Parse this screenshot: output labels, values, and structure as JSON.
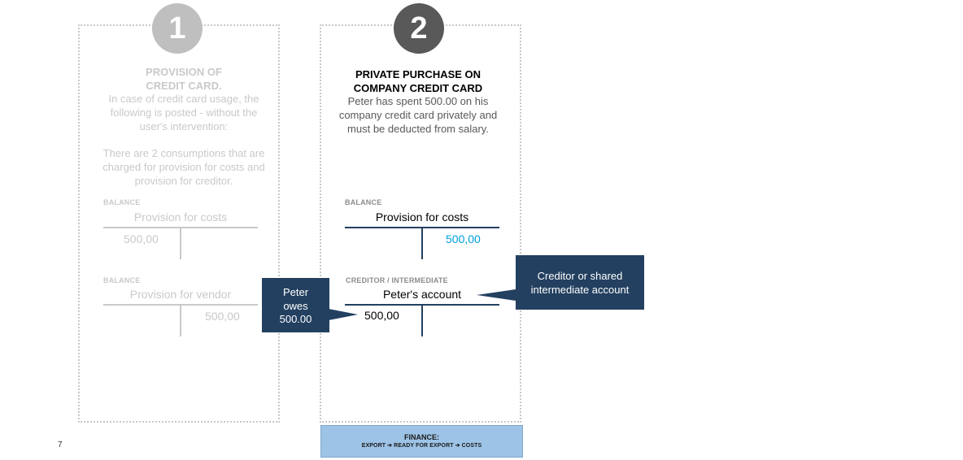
{
  "page_number": "7",
  "steps": [
    {
      "number": "1",
      "title_lines": [
        "PROVISION OF",
        "CREDIT CARD."
      ],
      "description": "In case of credit card usage, the following is posted - without the user's intervention:",
      "description_2": "There are 2 consumptions that are charged for provision for costs and provision for creditor.",
      "accounts": [
        {
          "label": "BALANCE",
          "name": "Provision for costs",
          "debit": "500,00",
          "credit": ""
        },
        {
          "label": "BALANCE",
          "name": "Provision for vendor",
          "debit": "",
          "credit": "500,00"
        }
      ]
    },
    {
      "number": "2",
      "title_lines": [
        "PRIVATE PURCHASE ON",
        "COMPANY CREDIT CARD"
      ],
      "description": "Peter has spent 500.00 on his company credit card privately and must be deducted from salary.",
      "accounts": [
        {
          "label": "BALANCE",
          "name": "Provision for costs",
          "debit": "",
          "credit": "500,00"
        },
        {
          "label": "CREDITOR / INTERMEDIATE",
          "name": "Peter's account",
          "debit": "500,00",
          "credit": ""
        }
      ]
    }
  ],
  "callouts": {
    "peter_owes": "Peter owes 500.00",
    "creditor_account": "Creditor or shared intermediate account"
  },
  "finance": {
    "title": "FINANCE:",
    "path": "EXPORT ➔ READY FOR EXPORT ➔ COSTS"
  },
  "colors": {
    "faded": "#c9c9c9",
    "dark": "#234060",
    "accent_value": "#00a0e0",
    "finance_bg": "#9dc3e6"
  }
}
